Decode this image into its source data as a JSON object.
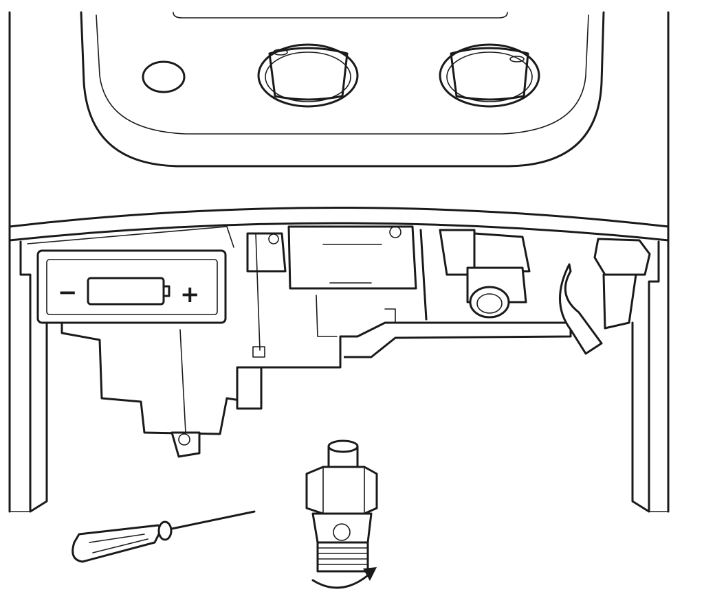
{
  "diagram": {
    "battery_compartment": {
      "minus_label": "−",
      "plus_label": "+"
    },
    "parts": [
      "control-panel",
      "power-button",
      "knob-left",
      "knob-right",
      "battery-compartment",
      "gas-valve",
      "water-inlet-filter",
      "screwdriver",
      "rotation-arrow"
    ]
  }
}
